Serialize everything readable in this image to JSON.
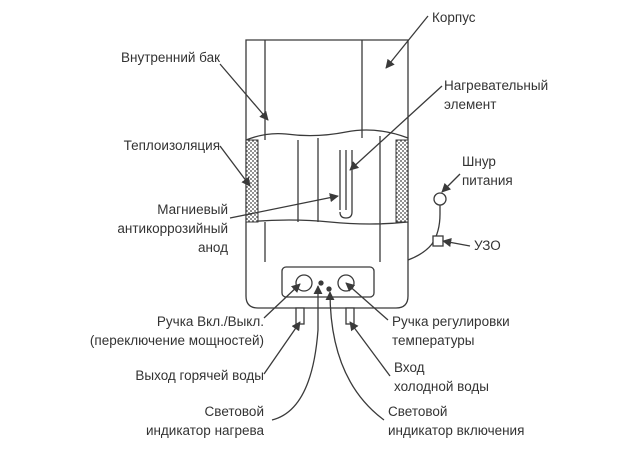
{
  "labels": {
    "housing": "Корпус",
    "inner_tank": "Внутренний бак",
    "heating_element": {
      "line1": "Нагревательный",
      "line2": "элемент"
    },
    "insulation": "Теплоизоляция",
    "power_cord": {
      "line1": "Шнур",
      "line2": "питания"
    },
    "anode": {
      "line1": "Магниевый",
      "line2": "антикоррозийный",
      "line3": "анод"
    },
    "rcd": "УЗО",
    "power_knob": {
      "line1": "Ручка Вкл./Выкл.",
      "line2": "(переключение мощностей)"
    },
    "temp_knob": {
      "line1": "Ручка регулировки",
      "line2": "температуры"
    },
    "hot_outlet": "Выход горячей воды",
    "cold_inlet": {
      "line1": "Вход",
      "line2": "холодной воды"
    },
    "heat_indicator": {
      "line1": "Световой",
      "line2": "индикатор нагрева"
    },
    "power_indicator": {
      "line1": "Световой",
      "line2": "индикатор включения"
    }
  },
  "colors": {
    "stroke": "#3a3a3a",
    "text": "#333333",
    "fill": "#ffffff"
  }
}
